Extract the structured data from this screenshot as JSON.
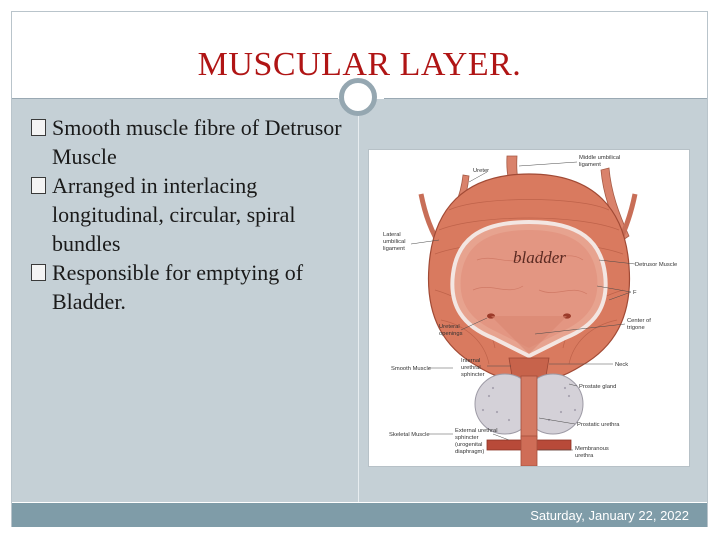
{
  "slide": {
    "title": "MUSCULAR LAYER.",
    "bullets": [
      {
        "text": "Smooth muscle fibre of Detrusor Muscle"
      },
      {
        "text": "Arranged in interlacing longitudinal, circular, spiral bundles"
      },
      {
        "text": "Responsible for emptying of Bladder."
      }
    ],
    "footer_date": "Saturday, January 22, 2022"
  },
  "figure": {
    "center_label": "bladder",
    "labels": {
      "ureter": "Ureter",
      "middle_umbilical_1": "Middle umbilical",
      "middle_umbilical_2": "ligament",
      "lateral_umbilical_1": "Lateral",
      "lateral_umbilical_2": "umbilical",
      "lateral_umbilical_3": "ligament",
      "detrusor": "Detrusor Muscle",
      "f": "F",
      "ureteral_1": "Ureteral",
      "ureteral_2": "openings",
      "trigone_1": "Center of",
      "trigone_2": "trigone",
      "smooth": "Smooth Muscle",
      "internal_1": "Internal",
      "internal_2": "urethral",
      "internal_3": "sphincter",
      "neck": "Neck",
      "prostate": "Prostate gland",
      "skeletal": "Skeletal Muscle",
      "external_1": "External urethral",
      "external_2": "sphincter",
      "external_3": "(urogenital",
      "external_4": "diaphragm)",
      "prostatic": "Prostatic urethra",
      "membranous_1": "Membranous",
      "membranous_2": "urethra"
    }
  }
}
